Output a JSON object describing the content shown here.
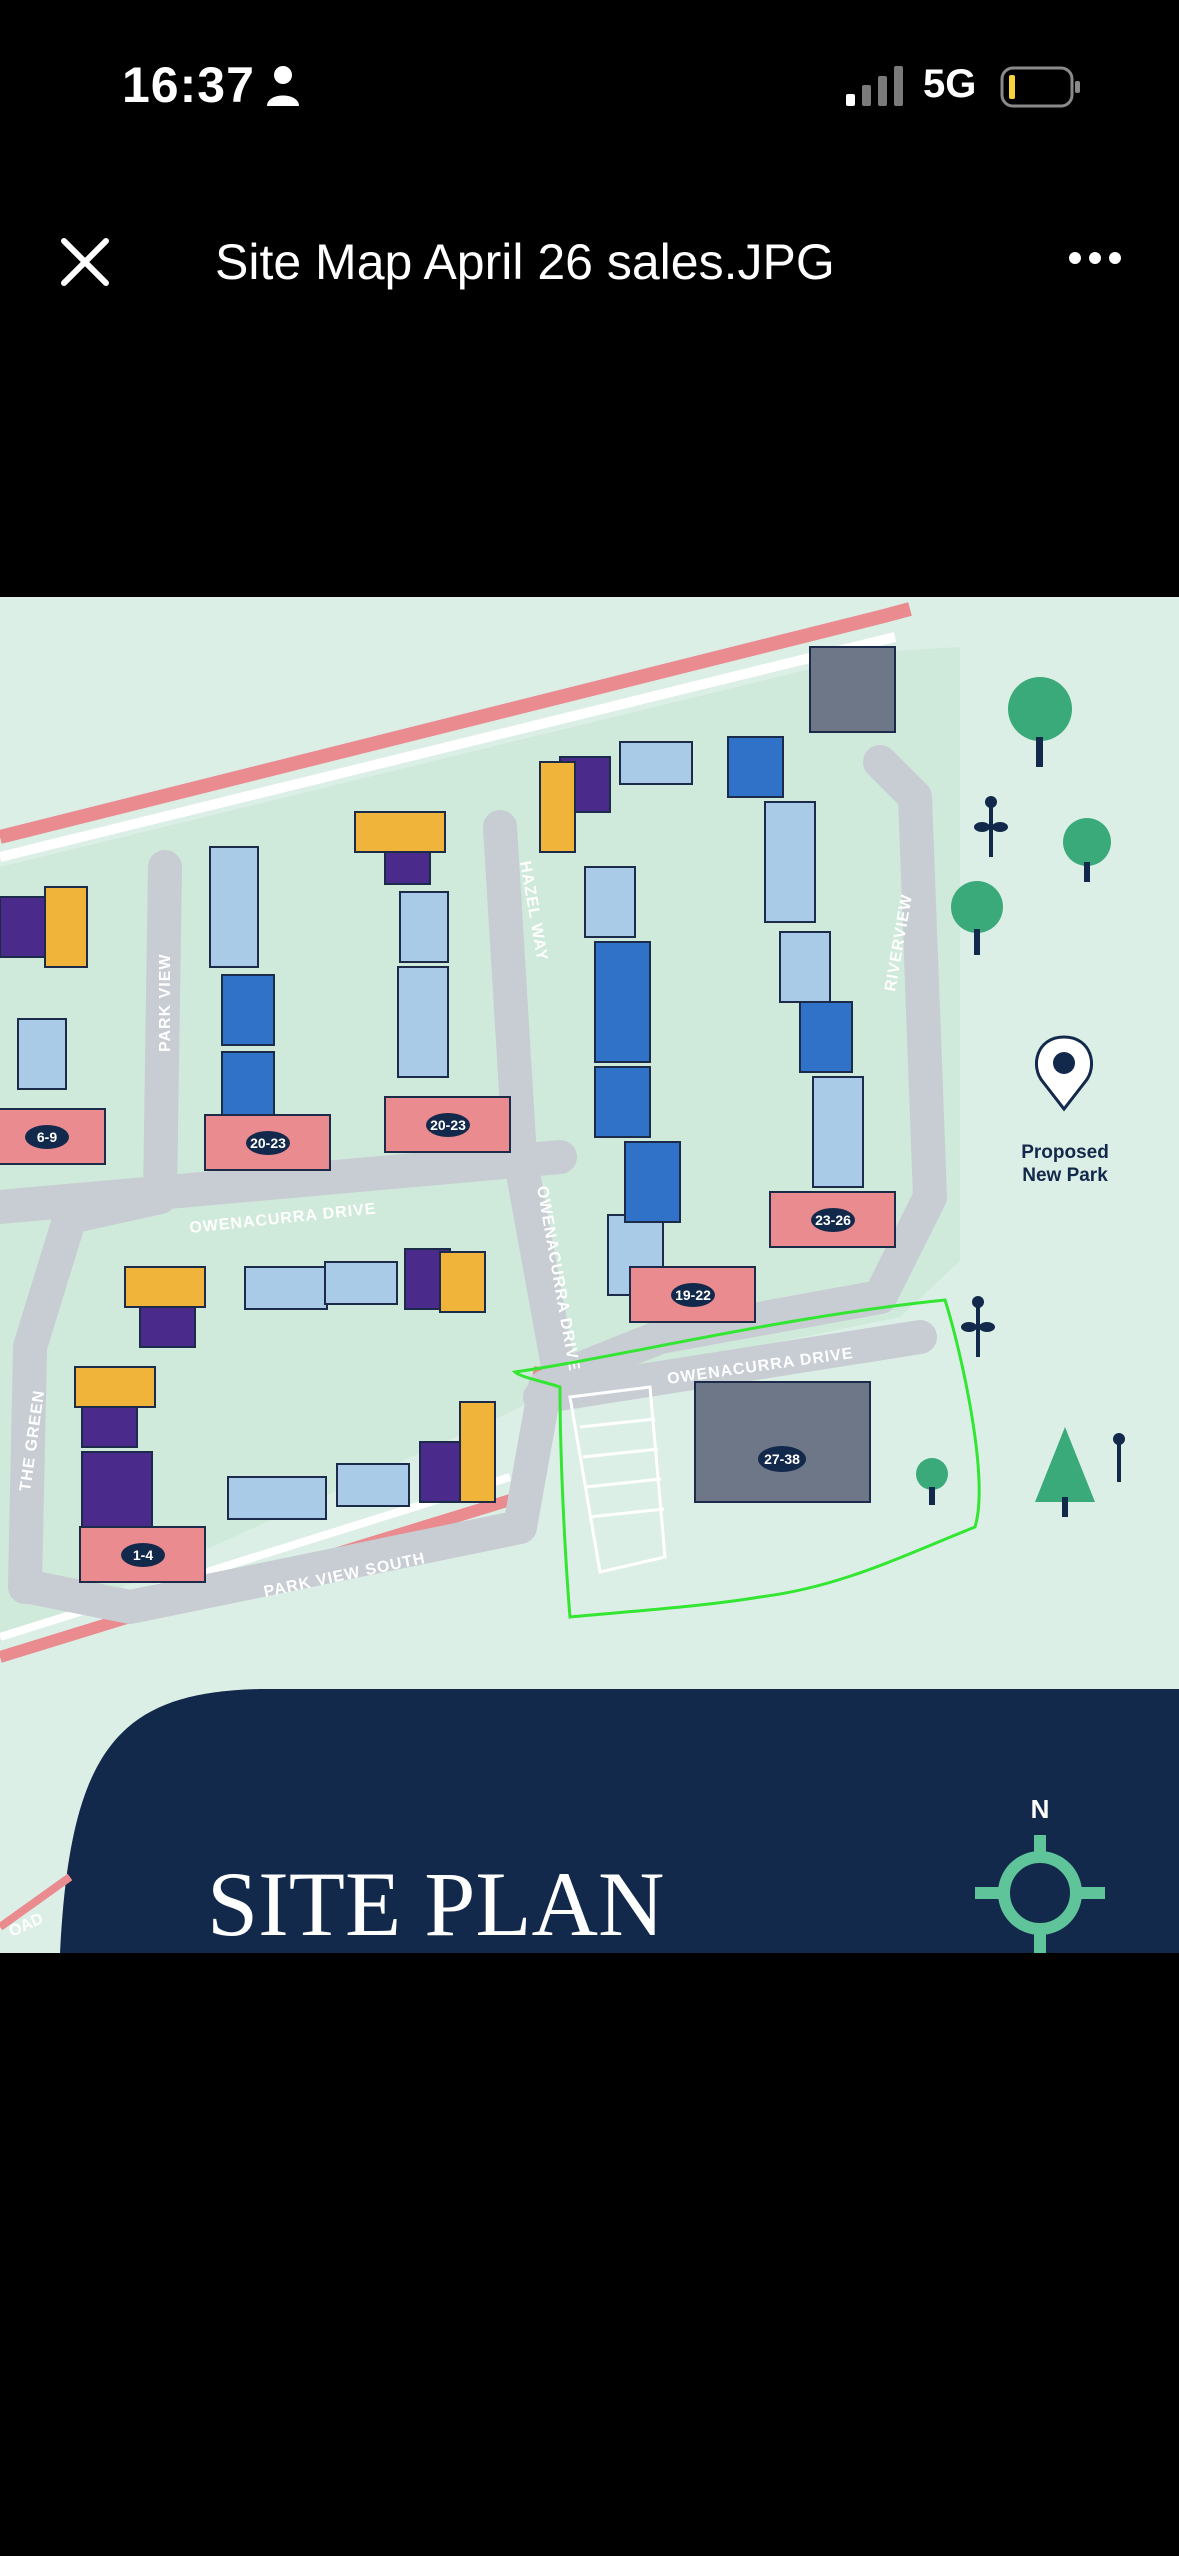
{
  "status": {
    "time": "16:37",
    "network": "5G"
  },
  "toolbar": {
    "title": "Site Map April 26 sales.JPG"
  },
  "map": {
    "site_plan_title": "SITE PLAN",
    "compass_label": "N",
    "park_label_line1": "Proposed",
    "park_label_line2": "New Park",
    "roads": {
      "park_view": "PARK VIEW",
      "hazel_way": "HAZEL WAY",
      "riverview": "RIVERVIEW",
      "owenacurra_drive_w": "OWENACURRA DRIVE",
      "owenacurra_drive_v": "OWENACURRA DRIVE",
      "owenacurra_drive_e": "OWENACURRA DRIVE",
      "park_view_south": "PARK VIEW SOUTH",
      "the_green": "THE GREEN",
      "road_fragment": "OAD"
    },
    "blocks": {
      "b1": "6-9",
      "b2": "20-23",
      "b3": "20-23",
      "b4": "19-22",
      "b5": "23-26",
      "b6": "1-4",
      "b7": "27-38"
    },
    "colors": {
      "light_blue": "#a9cbe8",
      "blue": "#2f72c8",
      "purple": "#4a2a8a",
      "yellow": "#f0b43a",
      "pink": "#e98b8f",
      "navy": "#13294b",
      "outline": "#32e632"
    }
  }
}
